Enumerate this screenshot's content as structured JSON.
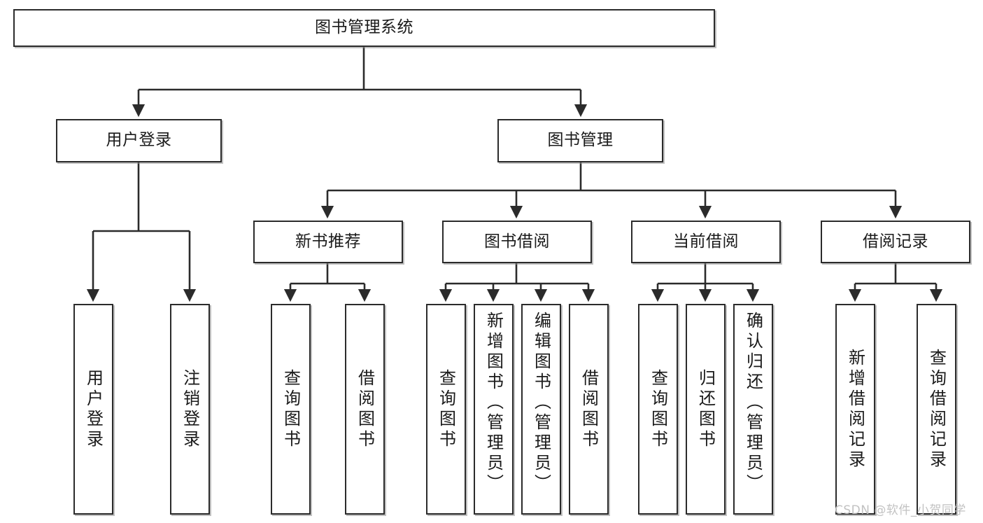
{
  "diagram": {
    "title": "图书管理系统",
    "type": "hierarchy-tree",
    "root": {
      "id": "root",
      "label": "图书管理系统",
      "orientation": "horizontal"
    },
    "level2": [
      {
        "id": "user-login",
        "label": "用户登录",
        "orientation": "horizontal"
      },
      {
        "id": "book-management",
        "label": "图书管理",
        "orientation": "horizontal"
      }
    ],
    "level3": [
      {
        "id": "new-book-recommend",
        "label": "新书推荐",
        "parent": "book-management",
        "orientation": "horizontal"
      },
      {
        "id": "book-borrow",
        "label": "图书借阅",
        "parent": "book-management",
        "orientation": "horizontal"
      },
      {
        "id": "current-borrow",
        "label": "当前借阅",
        "parent": "book-management",
        "orientation": "horizontal"
      },
      {
        "id": "borrow-record",
        "label": "借阅记录",
        "parent": "book-management",
        "orientation": "horizontal"
      }
    ],
    "leaves": [
      {
        "id": "leaf-user-login",
        "label": "用户登录",
        "parent": "user-login",
        "orientation": "vertical"
      },
      {
        "id": "leaf-user-logout",
        "label": "注销登录",
        "parent": "user-login",
        "orientation": "vertical"
      },
      {
        "id": "leaf-query-book-1",
        "label": "查询图书",
        "parent": "new-book-recommend",
        "orientation": "vertical"
      },
      {
        "id": "leaf-borrow-book-1",
        "label": "借阅图书",
        "parent": "new-book-recommend",
        "orientation": "vertical"
      },
      {
        "id": "leaf-query-book-2",
        "label": "查询图书",
        "parent": "book-borrow",
        "orientation": "vertical"
      },
      {
        "id": "leaf-add-book",
        "label": "新增图书（管理员）",
        "parent": "book-borrow",
        "orientation": "vertical"
      },
      {
        "id": "leaf-edit-book",
        "label": "编辑图书（管理员）",
        "parent": "book-borrow",
        "orientation": "vertical"
      },
      {
        "id": "leaf-borrow-book-2",
        "label": "借阅图书",
        "parent": "book-borrow",
        "orientation": "vertical"
      },
      {
        "id": "leaf-query-book-3",
        "label": "查询图书",
        "parent": "current-borrow",
        "orientation": "vertical"
      },
      {
        "id": "leaf-return-book",
        "label": "归还图书",
        "parent": "current-borrow",
        "orientation": "vertical"
      },
      {
        "id": "leaf-confirm-return",
        "label": "确认归还（管理员）",
        "parent": "current-borrow",
        "orientation": "vertical"
      },
      {
        "id": "leaf-add-record",
        "label": "新增借阅记录",
        "parent": "borrow-record",
        "orientation": "vertical"
      },
      {
        "id": "leaf-query-record",
        "label": "查询借阅记录",
        "parent": "borrow-record",
        "orientation": "vertical"
      }
    ],
    "watermark": "CSDN @软件_小贺同学",
    "colors": {
      "stroke": "#2b2b2b",
      "fill": "#ffffff",
      "text": "#1a1a1a",
      "watermark": "#c2c2c2",
      "background": "#ffffff"
    }
  }
}
